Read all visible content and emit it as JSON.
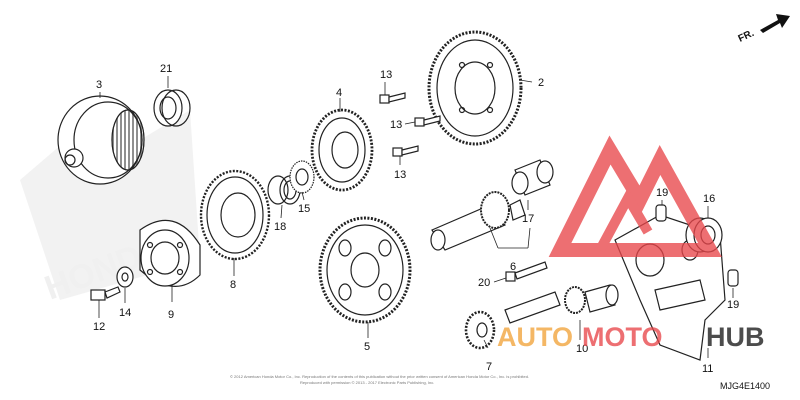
{
  "diagram": {
    "direction_label": "FR.",
    "diagram_code": "MJG4E1400",
    "copyright_line_1": "© 2012 American Honda Motor Co., Inc. Reproduction of the contents of this publication without the prior written consent of American Honda Motor Co., Inc. is prohibited.",
    "copyright_line_2": "Reproduced with permission © 2013 - 2017 Electronic Parts Publishing, Inc.",
    "callouts": {
      "p1": "2",
      "p2": "3",
      "p3": "4",
      "p4": "5",
      "p5": "6",
      "p6": "7",
      "p7": "8",
      "p8": "9",
      "p9": "10",
      "p10": "11",
      "p11": "12",
      "p12": "13",
      "p13": "13",
      "p14": "13",
      "p15": "14",
      "p16": "15",
      "p17": "16",
      "p18": "17",
      "p19": "18",
      "p20": "19",
      "p21": "19",
      "p22": "20",
      "p23": "21"
    }
  },
  "watermark": {
    "brand_part_1": "AUTO",
    "brand_part_2": "MOTO",
    "brand_part_3": "HUB",
    "faded_text": "HONDA",
    "colors": {
      "red": "#e8474b",
      "orange": "#f2a33a",
      "dark": "#1a1a1a"
    }
  }
}
